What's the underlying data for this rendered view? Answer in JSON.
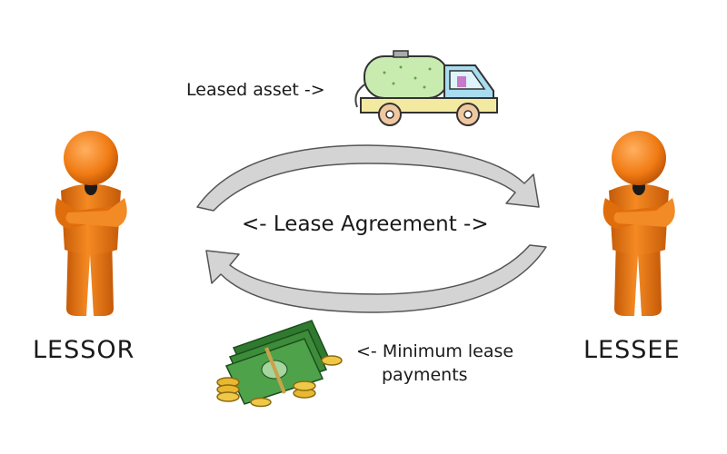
{
  "diagram": {
    "lessor_label": "LESSOR",
    "lessee_label": "LESSEE",
    "asset_label": "Leased asset ->",
    "agreement_label": "<- Lease Agreement ->",
    "payments_label_line1": "<- Minimum lease",
    "payments_label_line2": "payments"
  },
  "colors": {
    "figure_orange": "#f07a12",
    "figure_dark": "#c45a08",
    "arrow_gray": "#d0d0d0",
    "arrow_outline": "#555555",
    "tank_green": "#c8ecb0",
    "cab_blue": "#a8dcf0",
    "truck_yellow": "#f3e9a0",
    "money_green": "#3d8c3a",
    "coin_gold": "#e8b830"
  },
  "icons": [
    "person-icon",
    "tanker-truck-icon",
    "cash-stack-icon",
    "circular-arrows-icon"
  ]
}
